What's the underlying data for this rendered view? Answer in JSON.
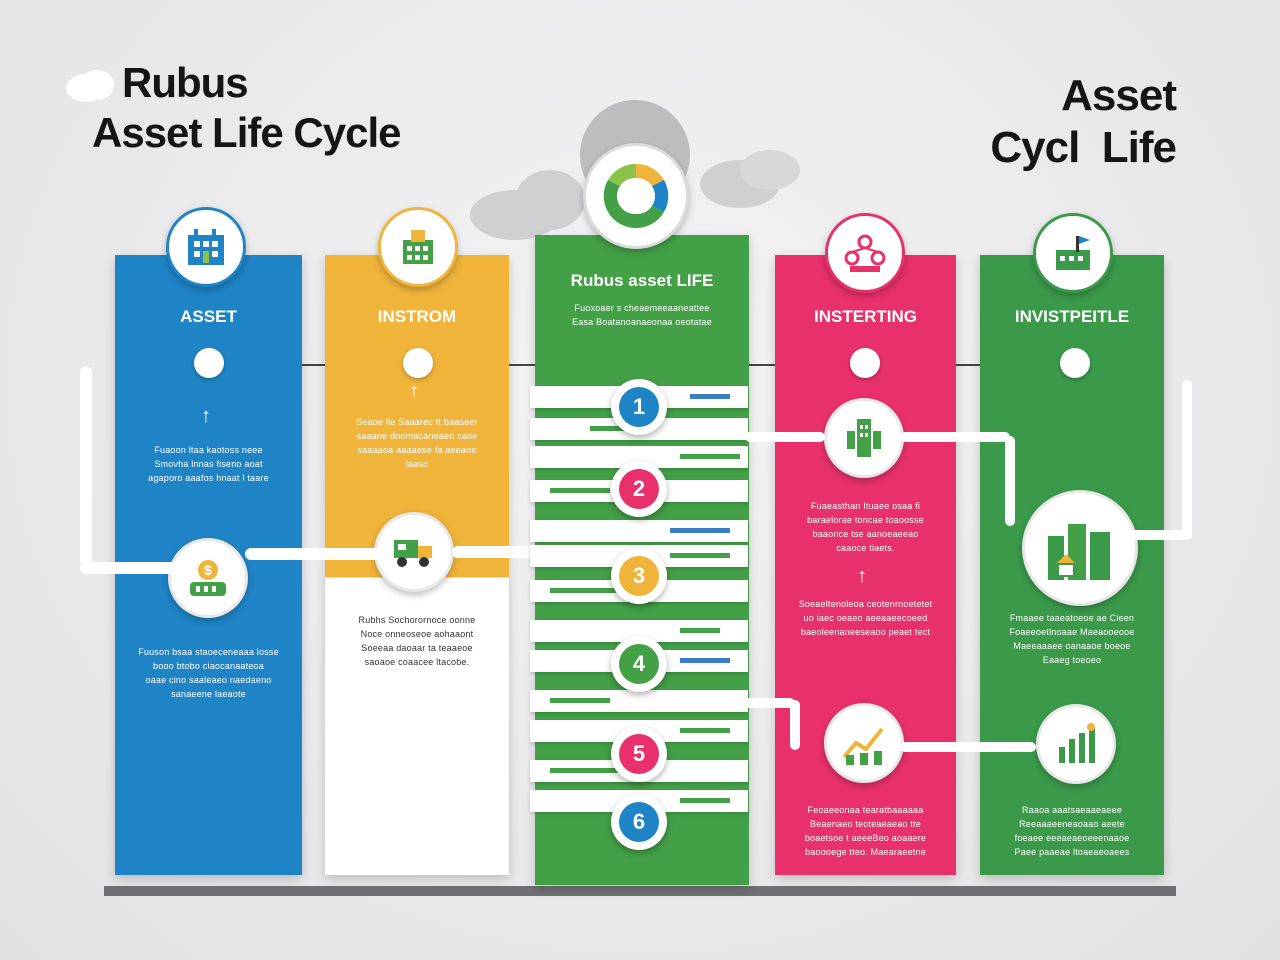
{
  "titles": {
    "left_line1": "Rubus",
    "left_line2": "Asset Life Cycle",
    "right_line1": "Asset",
    "right_line2": "Cycl  Life"
  },
  "colors": {
    "blue": "#1f84c6",
    "yellow": "#f0b43a",
    "green": "#43a047",
    "pink": "#e8316a",
    "dark_green": "#3a9a4a"
  },
  "columns": [
    {
      "heading": "ASSET",
      "icon": "building-icon",
      "para1": "Fuaoon ltaa kaotoss neee\nSmovha lnnas fiseno aoat\nagaporo aaafos hnaat l taare",
      "mid_icon": "money-bag-icon",
      "para2": "Fuuson bsaa staoeceneaaa losse\nbooo btobo ciaocanaateoa\noaae cino saaleaeo naedaeno\nsanaeene laeaote"
    },
    {
      "heading": "INSTROM",
      "icon": "factory-icon",
      "para1": "Seaoe lle Saaarec tt baaseer\nsaaane dnomacaneaeo caoe\nsaaaaoa aaaaese fa aeeaoe\nlaaso",
      "mid_icon": "delivery-truck-icon",
      "para2": "Rubhs  Sochorornoce oonne\nNoce onneoseoe aohaaont\nSoeeaa daoaar ta teaaeoe\nsaoaoe coaacee ltacobe."
    }
  ],
  "center": {
    "title": "Rubus asset LIFE",
    "subtitle": "Fuoxoaer s cheaemeeaaneattee\nEasa Boatanoanaeonaa oeotatae",
    "icon": "cycle-icon",
    "steps": [
      {
        "label": "1",
        "color": "#1f84c6"
      },
      {
        "label": "2",
        "color": "#e8316a"
      },
      {
        "label": "3",
        "color": "#f0b43a"
      },
      {
        "label": "4",
        "color": "#43a047"
      },
      {
        "label": "5",
        "color": "#e8316a"
      },
      {
        "label": "6",
        "color": "#1f84c6"
      }
    ]
  },
  "right_columns": [
    {
      "heading": "INSTERTING",
      "icon": "network-icon",
      "mid_icon": "data-tower-icon",
      "para1": "Fuaeasthan Ituaee osaa fi\nbaraelorae toncae toaoosse\nbaaonce tse aanoeaeeao\ncaaoce tiaets.",
      "para2": "Soeaeltenoleoa ceotenrnoetetet\nuo iaec oeaeo aeeaaeecoeed\nbaeoleenaneeseaoo peaet tect",
      "bottom_icon": "investment-chart-icon",
      "para3": "Feoaeeonaa  tearatbaaaaaa\nBeaenaeo teoteaeaeao tte\nboaetsoe t aeeeBeo aoaaere\nbaoooege tteo. Maearaeetne"
    },
    {
      "heading": "INVISTPEITLE",
      "icon": "factory-flag-icon",
      "mid_icon": "city-icon",
      "para1": "Fmaaee taaeatoeoe ae Cleen\nFoaeeoetlnoaae Maeaooeooe\nMaeeaaaee oanaaoe boeoe\nEaaeg toeoeo",
      "bottom_icon": "growth-chart-icon",
      "para2": "Raaoa  aaatsaeaaeaeee\nReeaaaeeneaoaao aeete\nfoeaee eeeaeaeoeeenaaoe\nPaee paaeae ltoaeaeoaees"
    }
  ]
}
